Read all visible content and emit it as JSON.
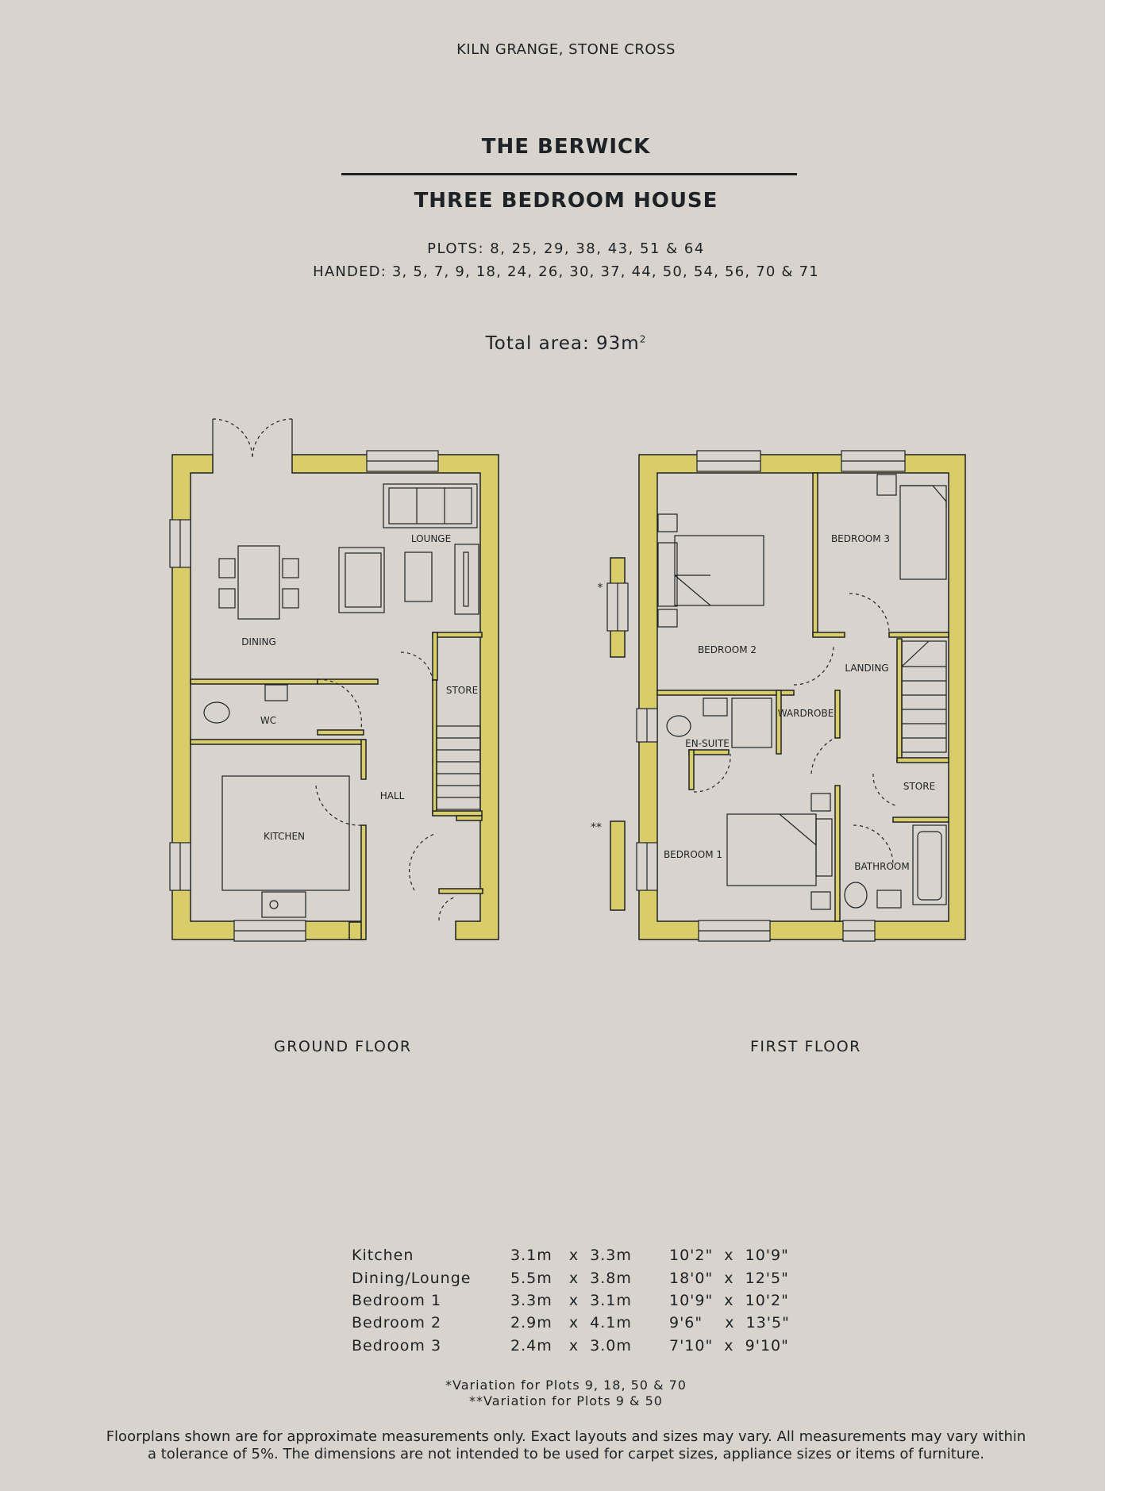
{
  "header": {
    "development": "KILN GRANGE, STONE CROSS",
    "house_name": "THE BERWICK",
    "house_type": "THREE BEDROOM HOUSE",
    "plots": "PLOTS: 8, 25, 29, 38, 43, 51 & 64",
    "handed": "HANDED: 3, 5, 7, 9, 18, 24, 26, 30, 37, 44, 50, 54, 56, 70 & 71",
    "total_area": "Total area: 93m",
    "area_sup": "2"
  },
  "ground_floor": {
    "label": "GROUND FLOOR",
    "rooms": {
      "lounge": "LOUNGE",
      "dining": "DINING",
      "store": "STORE",
      "wc": "WC",
      "hall": "HALL",
      "kitchen": "KITCHEN"
    }
  },
  "first_floor": {
    "label": "FIRST FLOOR",
    "rooms": {
      "bedroom3": "BEDROOM 3",
      "bedroom2": "BEDROOM 2",
      "landing": "LANDING",
      "wardrobe": "WARDROBE",
      "ensuite": "EN-SUITE",
      "store": "STORE",
      "bedroom1": "BEDROOM 1",
      "bathroom": "BATHROOM"
    },
    "marker_single": "*",
    "marker_double": "**"
  },
  "schedule": [
    {
      "room": "Kitchen",
      "metric": "3.1m   x  3.3m",
      "imperial": "10'2\"  x  10'9\""
    },
    {
      "room": "Dining/Lounge",
      "metric": "5.5m   x  3.8m",
      "imperial": "18'0\"  x  12'5\""
    },
    {
      "room": "Bedroom 1",
      "metric": "3.3m   x  3.1m",
      "imperial": "10'9\"  x  10'2\""
    },
    {
      "room": "Bedroom 2",
      "metric": "2.9m   x  4.1m",
      "imperial": "9'6\"    x  13'5\""
    },
    {
      "room": "Bedroom 3",
      "metric": "2.4m   x  3.0m",
      "imperial": "7'10\"  x  9'10\""
    }
  ],
  "variations": {
    "single": "*Variation for Plots 9, 18, 50 & 70",
    "double": "**Variation for Plots 9 & 50"
  },
  "disclaimer": {
    "line1": "Floorplans shown are for approximate measurements only. Exact layouts and sizes may vary. All measurements may vary within",
    "line2": "a tolerance of 5%. The dimensions are not intended to be used for carpet sizes, appliance sizes or items of furniture."
  },
  "colors": {
    "background": "#d8d4cd",
    "wall": "#d9cd6a",
    "ink": "#1d2226"
  }
}
